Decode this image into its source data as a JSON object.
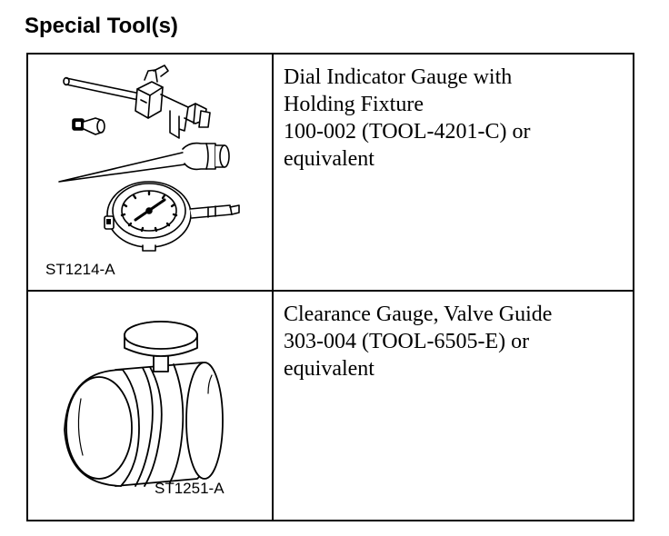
{
  "page": {
    "heading": "Special Tool(s)"
  },
  "tools": [
    {
      "figure_code": "ST1214-A",
      "illustration_icon": "dial-indicator-with-holding-fixture-icon",
      "description_lines": [
        "Dial Indicator Gauge with",
        "Holding Fixture",
        "100-002 (TOOL-4201-C) or",
        "equivalent"
      ]
    },
    {
      "figure_code": "ST1251-A",
      "illustration_icon": "valve-guide-clearance-gauge-icon",
      "description_lines": [
        "Clearance Gauge, Valve Guide",
        "303-004 (TOOL-6505-E) or",
        "equivalent"
      ]
    }
  ]
}
